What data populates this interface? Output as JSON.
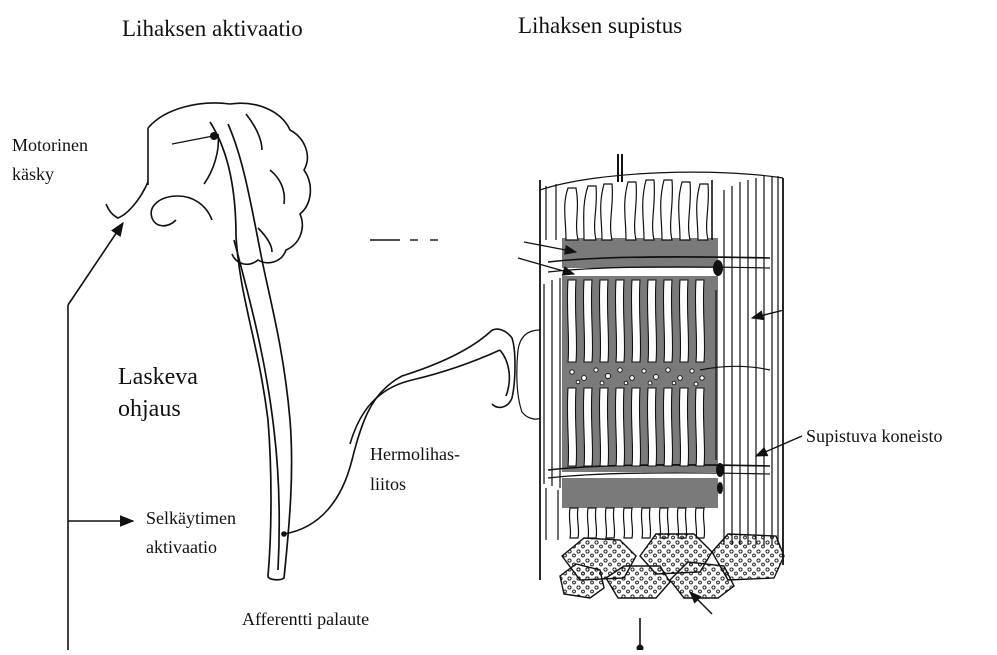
{
  "titles": {
    "activation": "Lihaksen aktivaatio",
    "contraction": "Lihaksen supistus"
  },
  "labels": {
    "motor_command_line1": "Motorinen",
    "motor_command_line2": "käsky",
    "descending_line1": "Laskeva",
    "descending_line2": "ohjaus",
    "spinal_line1": "Selkäytimen",
    "spinal_line2": "aktivaatio",
    "nmj_line1": "Hermolihas-",
    "nmj_line2": "liitos",
    "contractile": "Supistuva koneisto",
    "afferent": "Afferentti palaute"
  },
  "colors": {
    "ink": "#111111",
    "sarcoplasm_fill": "#7a7a7a",
    "background": "#ffffff"
  }
}
